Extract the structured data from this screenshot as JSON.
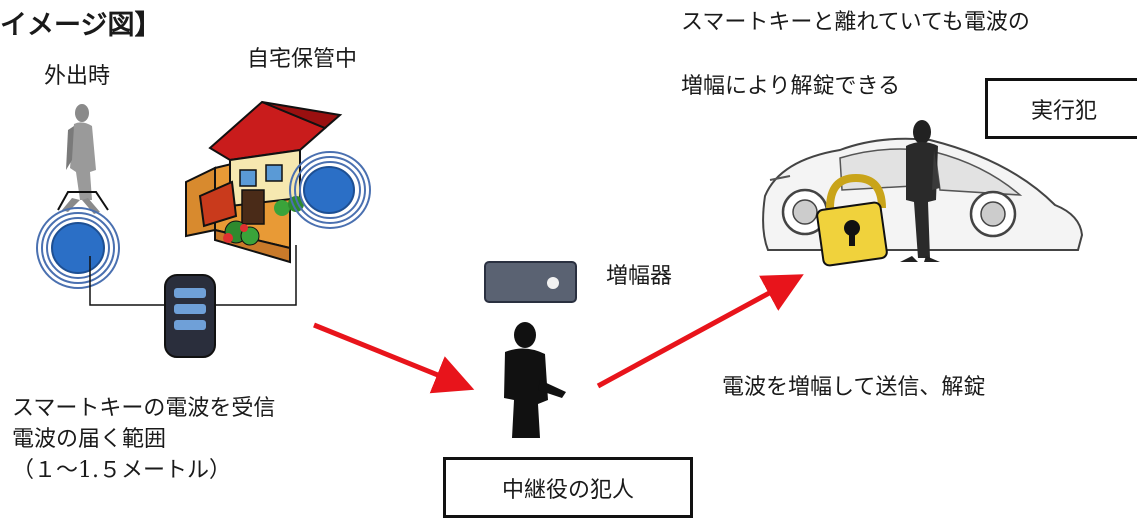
{
  "heading": "イメージ図】",
  "labels": {
    "outing": "外出時",
    "home_storage": "自宅保管中",
    "amplifier": "増幅器",
    "receive_line1": "スマートキーの電波を受信",
    "receive_line2": "電波の届く範囲",
    "receive_line3": "（１～1.５メートル）",
    "amplify_send": "電波を増幅して送信、解錠",
    "unlock_line1": "スマートキーと離れていても電波の",
    "unlock_line2": "増幅により解錠できる"
  },
  "boxes": {
    "relay_criminal": "中継役の犯人",
    "executor": "実行犯"
  },
  "colors": {
    "arrow": "#e8141b",
    "wave_fill": "#2b6fc6",
    "wave_ring": "#4a70b0",
    "silhouette_gray": "#8a8a8a",
    "silhouette_dark": "#111111",
    "lock_gold": "#f0d23c"
  },
  "icons": [
    "person-walking-icon",
    "house-icon",
    "smart-key-icon",
    "amplifier-icon",
    "relay-person-icon",
    "car-icon",
    "padlock-icon",
    "thief-icon"
  ]
}
